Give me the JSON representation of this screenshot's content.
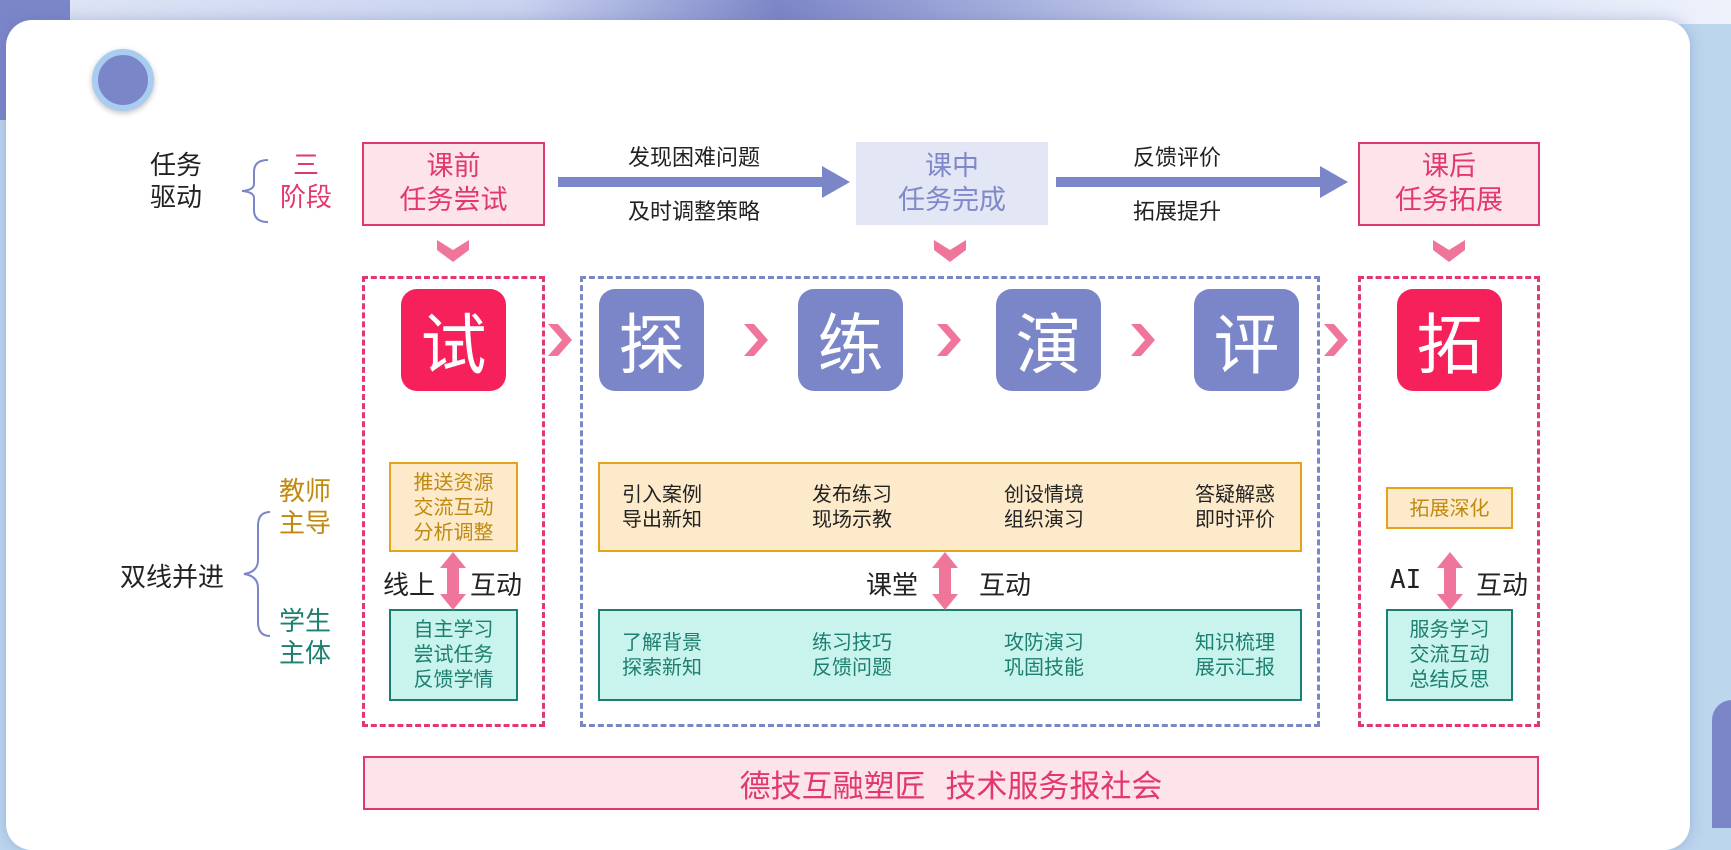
{
  "left_labels": {
    "task_line1": "任务",
    "task_line2": "驱动",
    "three_line1": "三",
    "three_line2": "阶段",
    "dual": "双线并进",
    "teacher_line1": "教师",
    "teacher_line2": "主导",
    "student_line1": "学生",
    "student_line2": "主体"
  },
  "stages": {
    "pre_line1": "课前",
    "pre_line2": "任务尝试",
    "in_line1": "课中",
    "in_line2": "任务完成",
    "post_line1": "课后",
    "post_line2": "任务拓展"
  },
  "arrows": {
    "a1_top": "发现困难问题",
    "a1_bottom": "及时调整策略",
    "a2_top": "反馈评价",
    "a2_bottom": "拓展提升"
  },
  "steps": [
    "试",
    "探",
    "练",
    "演",
    "评",
    "拓"
  ],
  "pre": {
    "teacher": [
      "推送资源",
      "交流互动",
      "分析调整"
    ],
    "student": [
      "自主学习",
      "尝试任务",
      "反馈学情"
    ],
    "link_left": "线上",
    "link_right": "互动"
  },
  "in": {
    "teacher": [
      {
        "l1": "引入案例",
        "l2": "导出新知"
      },
      {
        "l1": "发布练习",
        "l2": "现场示教"
      },
      {
        "l1": "创设情境",
        "l2": "组织演习"
      },
      {
        "l1": "答疑解惑",
        "l2": "即时评价"
      }
    ],
    "student": [
      {
        "l1": "了解背景",
        "l2": "探索新知"
      },
      {
        "l1": "练习技巧",
        "l2": "反馈问题"
      },
      {
        "l1": "攻防演习",
        "l2": "巩固技能"
      },
      {
        "l1": "知识梳理",
        "l2": "展示汇报"
      }
    ],
    "link_left": "课堂",
    "link_right": "互动"
  },
  "post": {
    "teacher": [
      "拓展深化"
    ],
    "student": [
      "服务学习",
      "交流互动",
      "总结反思"
    ],
    "link_left": "AI",
    "link_right": "互动"
  },
  "banner": "德技互融塑匠  技术服务报社会",
  "colors": {
    "pink": "#e2396c",
    "purple": "#7b86c9",
    "gold": "#e3a31d",
    "teal": "#1c7f6f"
  }
}
